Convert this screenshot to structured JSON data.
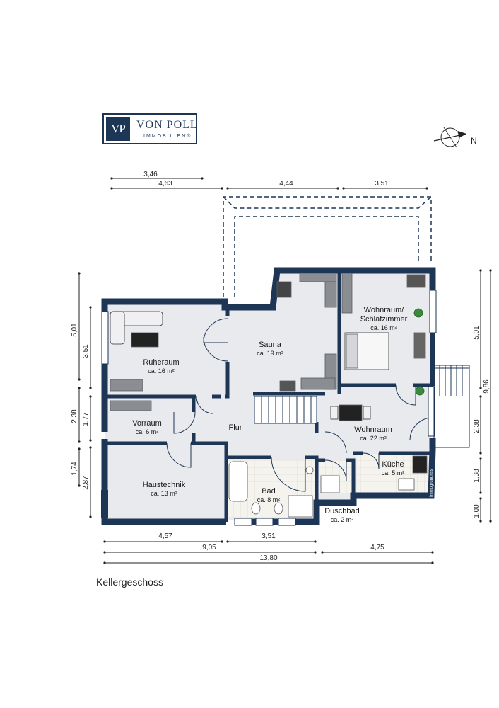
{
  "brand": {
    "monogram": "VP",
    "name": "VON POLL",
    "subline": "IMMOBILIEN®"
  },
  "compass": {
    "north_label": "N"
  },
  "floor_title": "Kellergeschoss",
  "watermark": "Immogrundriss",
  "rooms": {
    "ruheraum": {
      "name": "Ruheraum",
      "area": "ca. 16 m²"
    },
    "sauna": {
      "name": "Sauna",
      "area": "ca. 19 m²"
    },
    "wohn_schlaf": {
      "name1": "Wohnraum/",
      "name2": "Schlafzimmer",
      "area": "ca. 16 m²"
    },
    "vorraum": {
      "name": "Vorraum",
      "area": "ca. 6 m²"
    },
    "flur": {
      "name": "Flur"
    },
    "wohnraum": {
      "name": "Wohnraum",
      "area": "ca. 22 m²"
    },
    "haustechnik": {
      "name": "Haustechnik",
      "area": "ca. 13 m²"
    },
    "bad": {
      "name": "Bad",
      "area": "ca. 8 m²"
    },
    "kueche": {
      "name": "Küche",
      "area": "ca. 5 m²"
    },
    "duschbad": {
      "name": "Duschbad",
      "area": "ca. 2 m²"
    }
  },
  "dims": {
    "top1": "3,46",
    "top2": "4,63",
    "top3": "4,44",
    "top4": "3,51",
    "bot1": "4,57",
    "bot2": "3,51",
    "bot3": "9,05",
    "bot4": "4,75",
    "bot5": "13,80",
    "left1": "5,01",
    "left2": "3,51",
    "left3": "2,38",
    "left4": "1,77",
    "left5": "1,74",
    "left6": "2,87",
    "right1": "5,01",
    "right2": "9,86",
    "right3": "2,38",
    "right4": "1,38",
    "right5": "1,00"
  },
  "colors": {
    "wall": "#1e3656",
    "floor": "#e9eaed",
    "tile": "#f4f2ec"
  }
}
